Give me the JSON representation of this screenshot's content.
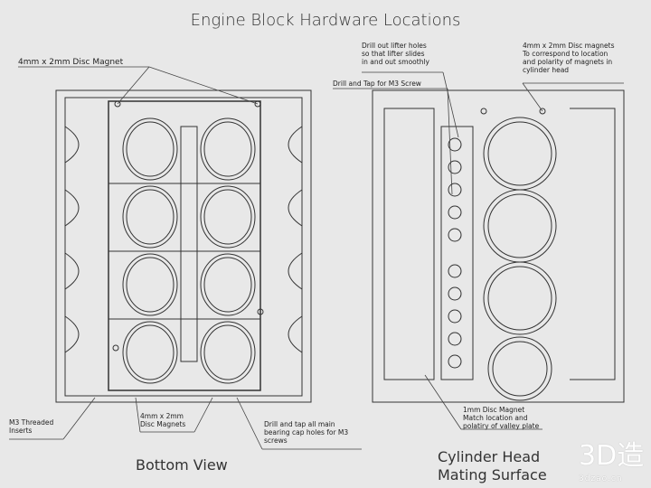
{
  "title": "Engine Block Hardware Locations",
  "bottom_view": {
    "label": "Bottom View",
    "callouts": {
      "disc_magnet_top": "4mm x 2mm Disc Magnet",
      "threaded_inserts": "M3 Threaded\nInserts",
      "disc_magnets_bottom": "4mm x 2mm\nDisc Magnets",
      "bearing_cap": "Drill and tap all main\nbearing cap holes for M3\nscrews"
    }
  },
  "cylinder_head_view": {
    "label": "Cylinder Head\nMating Surface",
    "callouts": {
      "lifter_holes": "Drill out lifter holes\nso that lifter slides\nin and out smoothly",
      "m3_screw": "Drill and Tap for M3 Screw",
      "disc_magnets_head": "4mm x 2mm Disc magnets\nTo correspond to location\nand polarity of magnets in\ncylinder head",
      "valley_magnet": "1mm Disc Magnet\nMatch location and\npolatiry of valley plate"
    }
  },
  "watermark": {
    "logo": "3D造",
    "site": "3dzao.cn"
  }
}
